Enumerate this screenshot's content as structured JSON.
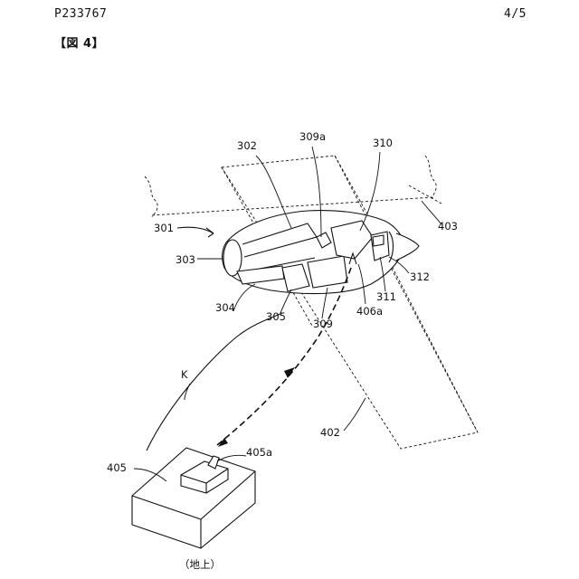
{
  "header": {
    "doc_id": "P233767",
    "page": "4/5",
    "figure": "【図 4】"
  },
  "labels": {
    "l301": "301",
    "l302": "302",
    "l303": "303",
    "l304": "304",
    "l305": "305",
    "l309": "309",
    "l309a": "309a",
    "l310": "310",
    "l311": "311",
    "l312": "312",
    "l402": "402",
    "l403": "403",
    "l405": "405",
    "l405a": "405a",
    "l406a": "406a",
    "lK": "K",
    "ground": "（地上）"
  }
}
